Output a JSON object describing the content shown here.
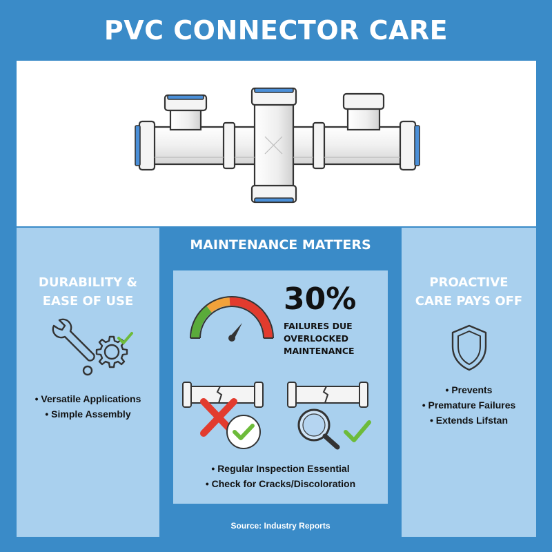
{
  "title": "PVC CONNECTOR CARE",
  "hero": {
    "illustration": "pvc-pipe-connectors"
  },
  "left_panel": {
    "heading_line1": "DURABILITY &",
    "heading_line2": "EASE OF USE",
    "icon": "wrench-gear-check-icon",
    "bullets": [
      "• Versatile Applications",
      "• Simple Assembly"
    ]
  },
  "middle_panel": {
    "heading": "MAINTENANCE MATTERS",
    "stat_value": "30%",
    "stat_caption_line1": "FAILURES DUE",
    "stat_caption_line2": "OVERLOCKED",
    "stat_caption_line3": "MAINTENANCE",
    "gauge_icon": "gauge-icon",
    "bullets": [
      "• Regular Inspection Essential",
      "• Check for Cracks/Discoloration"
    ],
    "source": "Source: Industry Reports"
  },
  "right_panel": {
    "heading_line1": "PROACTIVE",
    "heading_line2": "CARE PAYS OFF",
    "icon": "shield-icon",
    "bullets": [
      "• Prevents",
      "• Premature Failures",
      "• Extends Lifstan"
    ]
  },
  "colors": {
    "background": "#3a8bc8",
    "panel": "#a9d0ee",
    "pipe": "#f2f2f2",
    "pipe_accent": "#4a8fd8",
    "check": "#6dbb3a",
    "cross": "#e23b2e"
  }
}
